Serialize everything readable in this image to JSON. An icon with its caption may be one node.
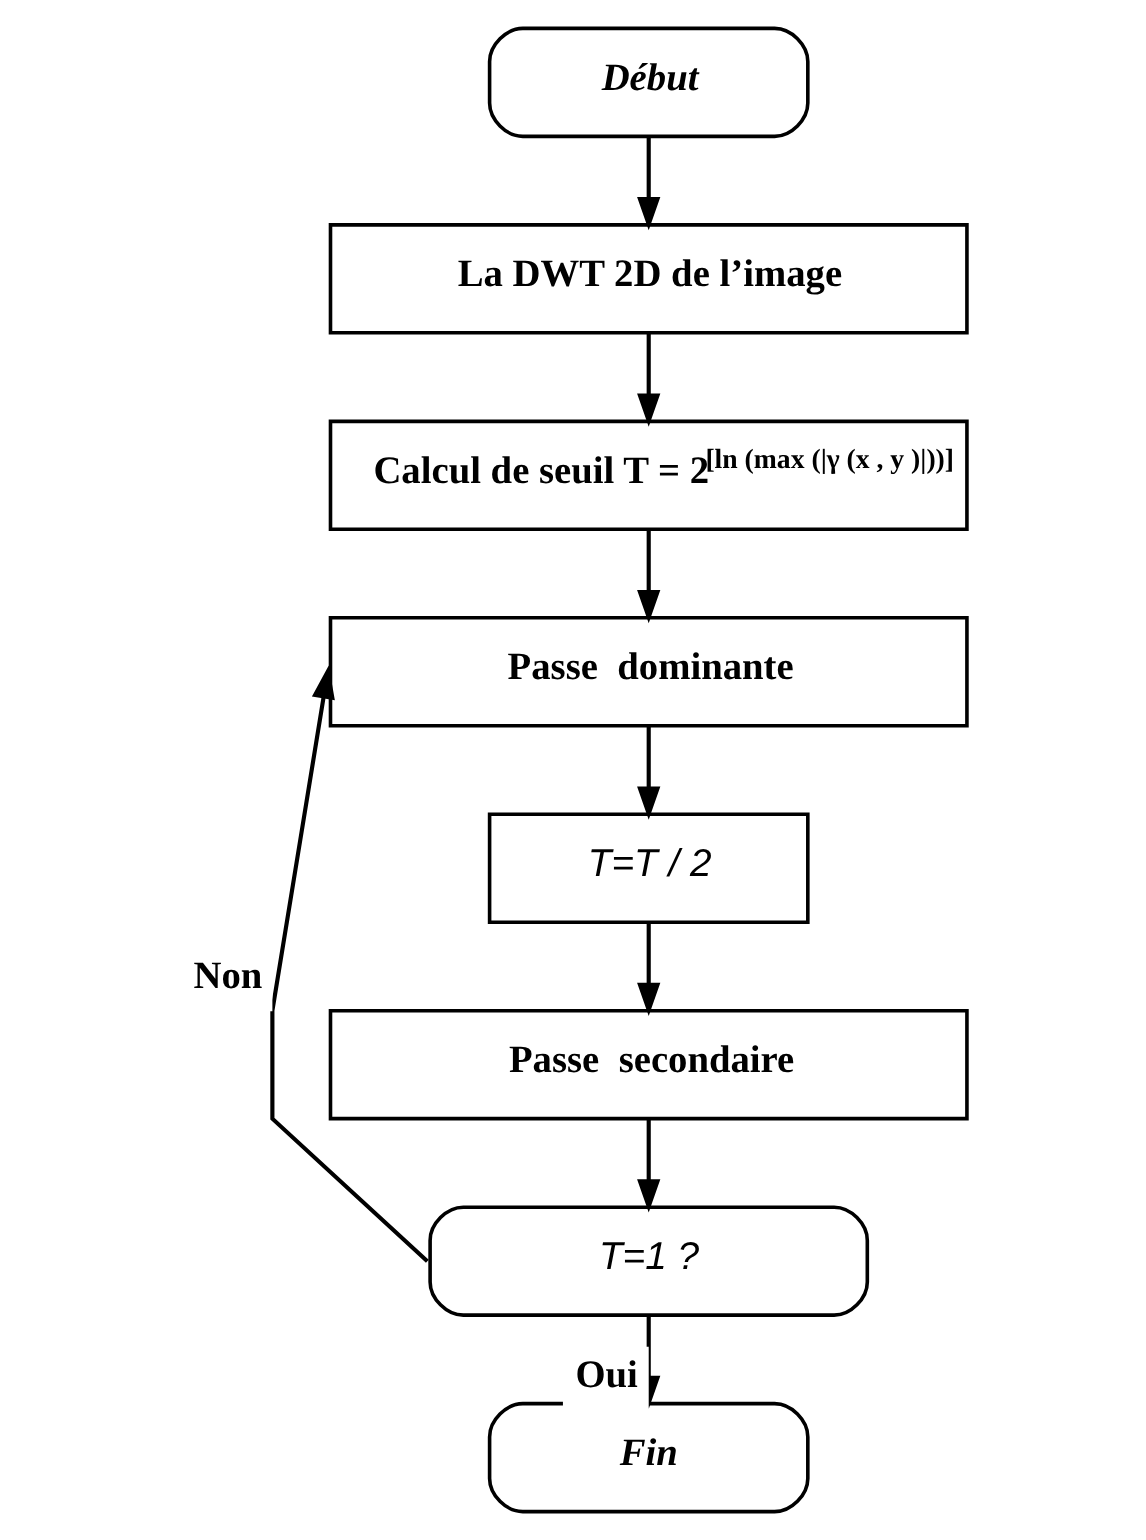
{
  "diagram": {
    "nodes": [
      {
        "text": [
          "Début"
        ]
      },
      {
        "text": [
          "La DWT 2D de l’image"
        ]
      },
      {
        "text": [
          "Calcul de seuil T = 2$^{[ln (max (|γ (x , y )|))]}$"
        ]
      },
      {
        "text": [
          "Passe  dominante"
        ]
      },
      {
        "text": [
          "T=T / 2"
        ]
      },
      {
        "text": [
          "Passe  secondaire"
        ]
      },
      {
        "text": [
          "T=1 ?"
        ]
      },
      {
        "text": [
          "Fin"
        ]
      }
    ],
    "edges": [
      {
        "from": 0,
        "to": 1,
        "arrow": "to"
      },
      {
        "from": 1,
        "to": 2,
        "arrow": "to"
      },
      {
        "from": 2,
        "to": 3,
        "arrow": "to"
      },
      {
        "from": 3,
        "to": 4,
        "arrow": "to"
      },
      {
        "from": 4,
        "to": 5,
        "arrow": "to"
      },
      {
        "from": 5,
        "to": 6,
        "arrow": "to"
      },
      {
        "from": 6,
        "to": 3,
        "arrow": "to",
        "label": "Non"
      },
      {
        "from": 6,
        "to": 7,
        "arrow": "to",
        "label": "Oui"
      }
    ]
  }
}
